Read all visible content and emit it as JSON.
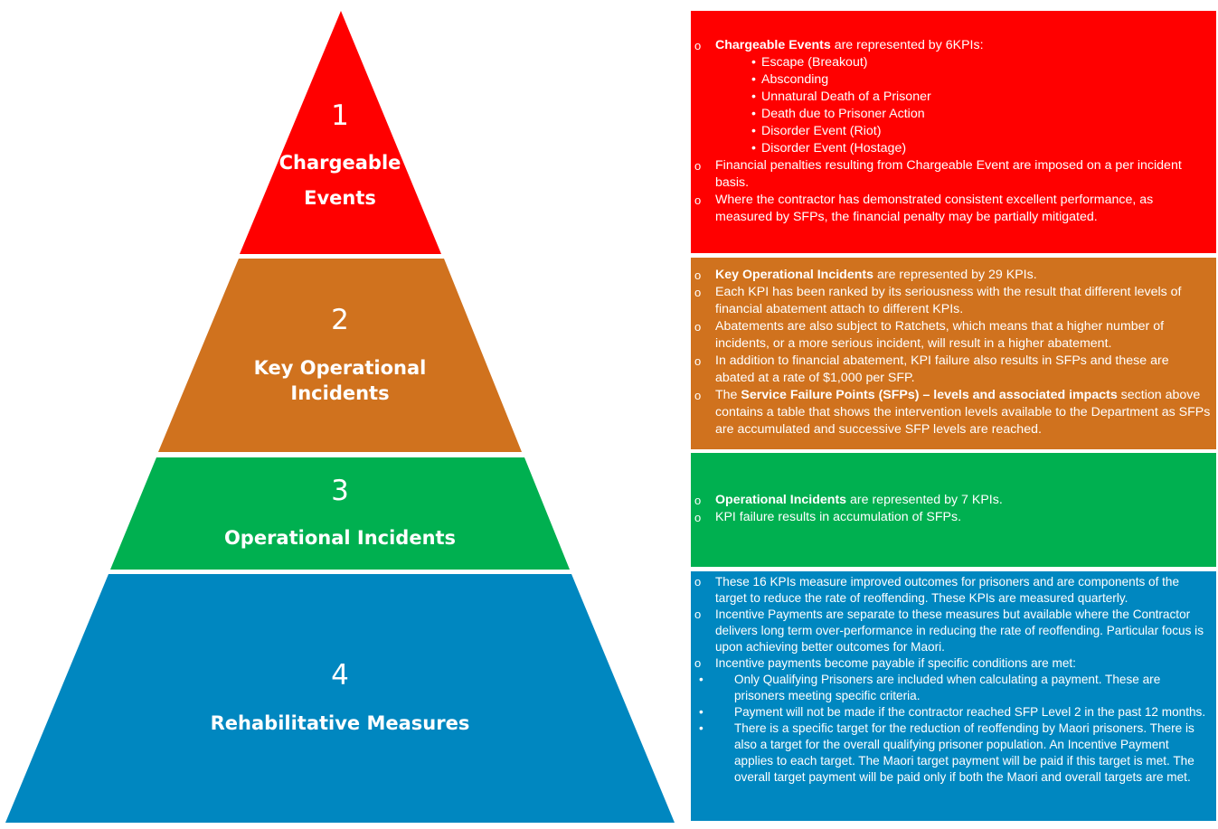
{
  "colors": {
    "red": "#ff0000",
    "orange": "#d0721e",
    "green": "#00b050",
    "blue": "#0087c0"
  },
  "tiers": [
    {
      "number": "1",
      "title_l1": "Chargeable",
      "title_l2": "Events"
    },
    {
      "number": "2",
      "title_l1": "Key Operational",
      "title_l2": "Incidents"
    },
    {
      "number": "3",
      "title_l1": "Operational Incidents"
    },
    {
      "number": "4",
      "title_l1": "Rehabilitative Measures"
    }
  ],
  "boxes": {
    "red": {
      "i1_bold": "Chargeable Events",
      "i1_rest": " are represented by 6KPIs:",
      "subs": [
        "Escape (Breakout)",
        "Absconding",
        "Unnatural Death of a Prisoner",
        "Death due to Prisoner Action",
        "Disorder Event (Riot)",
        "Disorder Event (Hostage)"
      ],
      "i2": "Financial penalties resulting from Chargeable Event are imposed on a per incident basis.",
      "i3": "Where the contractor has demonstrated consistent excellent performance, as measured by SFPs, the financial penalty may be partially mitigated."
    },
    "orange": {
      "i1_bold": "Key Operational Incidents",
      "i1_rest": " are represented by 29 KPIs.",
      "i2": "Each KPI has been ranked by its seriousness with the result that different levels of financial abatement attach to different KPIs.",
      "i3": "Abatements are also subject to Ratchets, which means that a higher number of incidents, or a more serious incident, will result in a higher abatement.",
      "i4": "In addition to financial abatement, KPI failure also results in SFPs and these are abated at a rate of $1,000 per SFP.",
      "i5_pre": "The ",
      "i5_bold": "Service Failure Points  (SFPs) – levels and associated impacts",
      "i5_post": " section above contains a table that shows the intervention levels available to the Department as SFPs are accumulated and successive SFP levels are reached."
    },
    "green": {
      "i1_bold": "Operational Incidents",
      "i1_rest": " are represented by 7 KPIs.",
      "i2": "KPI failure results in accumulation of SFPs."
    },
    "blue": {
      "i1": "These 16 KPIs measure improved outcomes for prisoners and are components of the target to reduce the rate of reoffending. These KPIs are measured quarterly.",
      "i2": "Incentive Payments are separate to these measures but available where the Contractor delivers long term over-performance in reducing the rate of reoffending. Particular focus is upon achieving better outcomes for Maori.",
      "i3": "Incentive payments become payable if specific conditions are met:",
      "bullets": [
        "Only Qualifying Prisoners are included when calculating a payment. These are prisoners meeting specific criteria.",
        "Payment will not be made if the contractor reached SFP Level 2 in the past 12 months.",
        "There is a specific target for the reduction of reoffending by Maori prisoners. There is also a target for the overall qualifying prisoner population. An Incentive Payment applies to each target. The Maori target payment will be paid if this target is met. The overall target payment will be paid only if both the Maori and overall targets are met."
      ]
    }
  }
}
